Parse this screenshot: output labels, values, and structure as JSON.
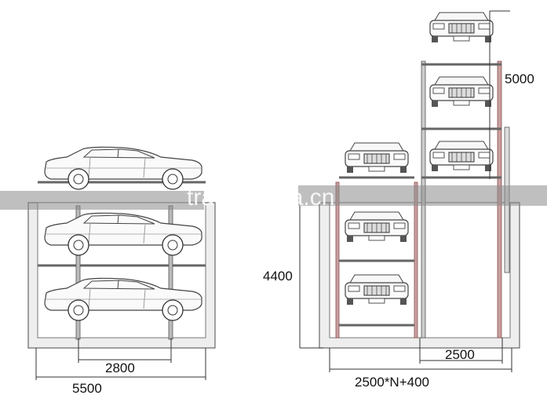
{
  "watermark": {
    "text": "trade.china.cn",
    "color": "#ffffff"
  },
  "left_diagram": {
    "width_label": "5500",
    "inner_label": "2800"
  },
  "right_diagram": {
    "height_label": "5000",
    "pit_label": "4400",
    "platform_label": "2500",
    "total_label": "2500*N+400"
  },
  "colors": {
    "line": "#555555",
    "concrete": "#eeeeee",
    "rail": "#b07070"
  }
}
